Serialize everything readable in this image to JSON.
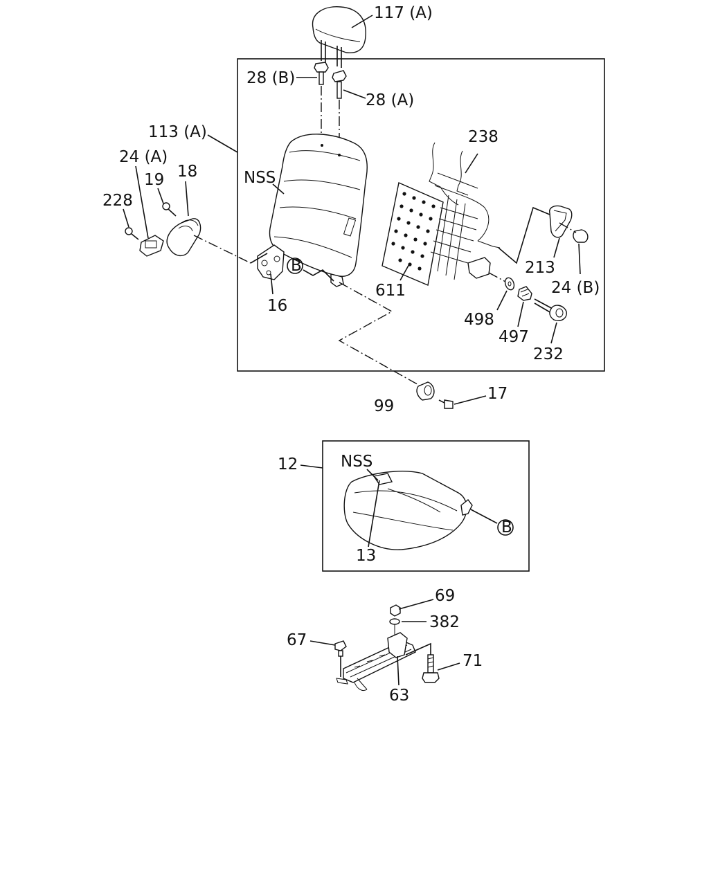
{
  "labels": {
    "l117a": "117 (A)",
    "l28b": "28 (B)",
    "l28a": "28 (A)",
    "l113a": "113 (A)",
    "l24a": "24 (A)",
    "l19": "19",
    "l18": "18",
    "l228": "228",
    "l238": "238",
    "nss1": "NSS",
    "l611": "611",
    "l213": "213",
    "l24b": "24 (B)",
    "l16": "16",
    "refB1": "B",
    "l498": "498",
    "l497": "497",
    "l232": "232",
    "l99": "99",
    "l17": "17",
    "l12": "12",
    "nss2": "NSS",
    "refB2": "B",
    "l13": "13",
    "l69": "69",
    "l382": "382",
    "l67": "67",
    "l71": "71",
    "l63": "63"
  }
}
